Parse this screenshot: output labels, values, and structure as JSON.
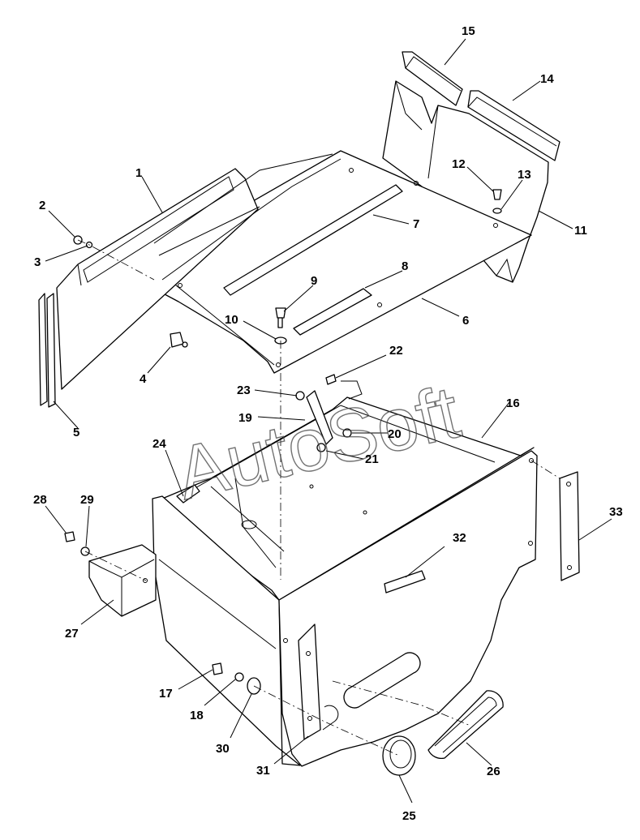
{
  "watermark": "AutoSoft",
  "callouts": [
    "1",
    "2",
    "3",
    "4",
    "5",
    "6",
    "7",
    "8",
    "9",
    "10",
    "11",
    "12",
    "13",
    "14",
    "15",
    "16",
    "17",
    "18",
    "19",
    "20",
    "21",
    "22",
    "23",
    "24",
    "25",
    "26",
    "27",
    "28",
    "29",
    "30",
    "31",
    "32",
    "33"
  ]
}
